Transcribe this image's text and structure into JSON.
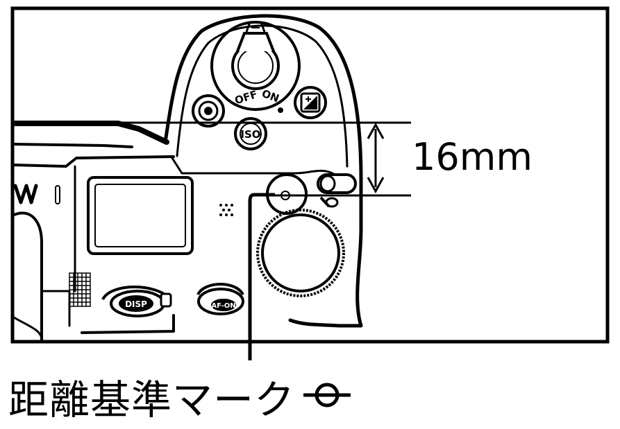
{
  "diagram": {
    "dimension_label": "16mm",
    "caption": "距離基準マーク",
    "caption_icon": "focal-plane-mark-icon",
    "camera": {
      "dial_off": "OFF",
      "dial_on": "ON",
      "iso_button": "ISO",
      "disp_button": "DISP",
      "afon_button": "AF-ON"
    }
  }
}
